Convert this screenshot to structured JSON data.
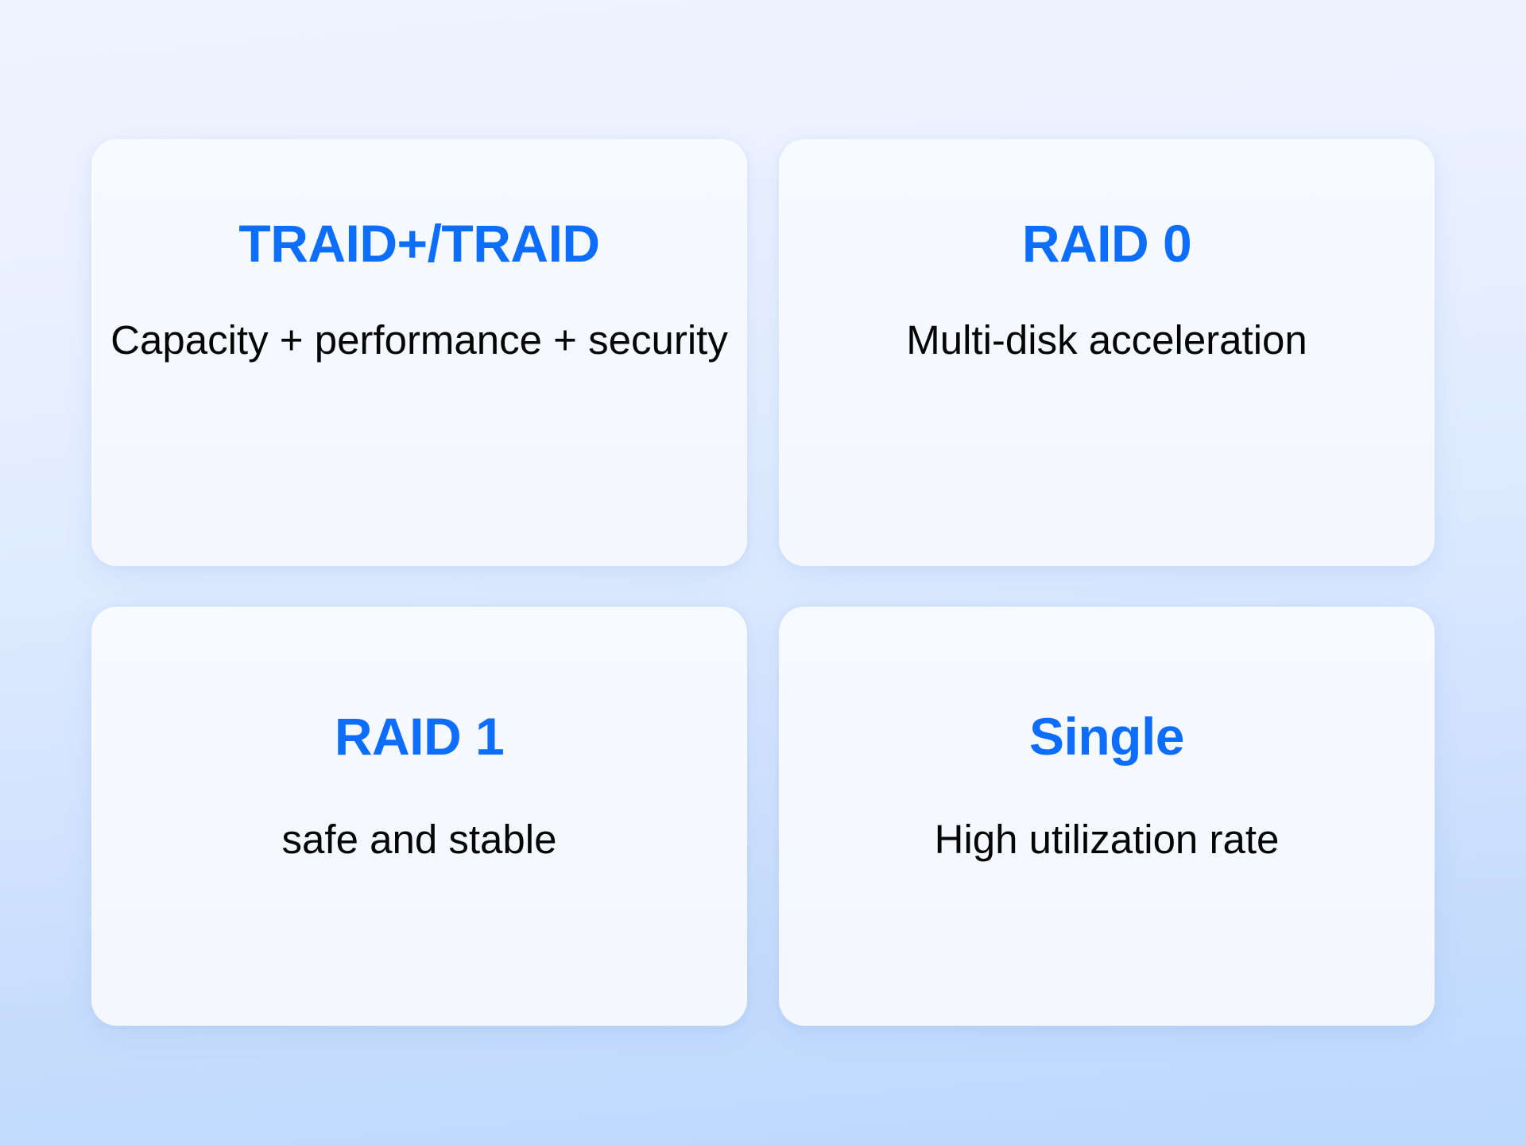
{
  "theme": {
    "accent_color": "#0d6efd",
    "text_color": "#050505",
    "card_background": "#f6f9fe",
    "page_background_top": "#eff3ff",
    "page_background_bottom": "#bcd8fd"
  },
  "cards": [
    {
      "id": "traid",
      "title": "TRAID+/TRAID",
      "description": "Capacity + performance + security"
    },
    {
      "id": "raid0",
      "title": "RAID 0",
      "description": "Multi-disk acceleration"
    },
    {
      "id": "raid1",
      "title": "RAID 1",
      "description": "safe and stable"
    },
    {
      "id": "single",
      "title": "Single",
      "description": "High utilization rate"
    }
  ]
}
